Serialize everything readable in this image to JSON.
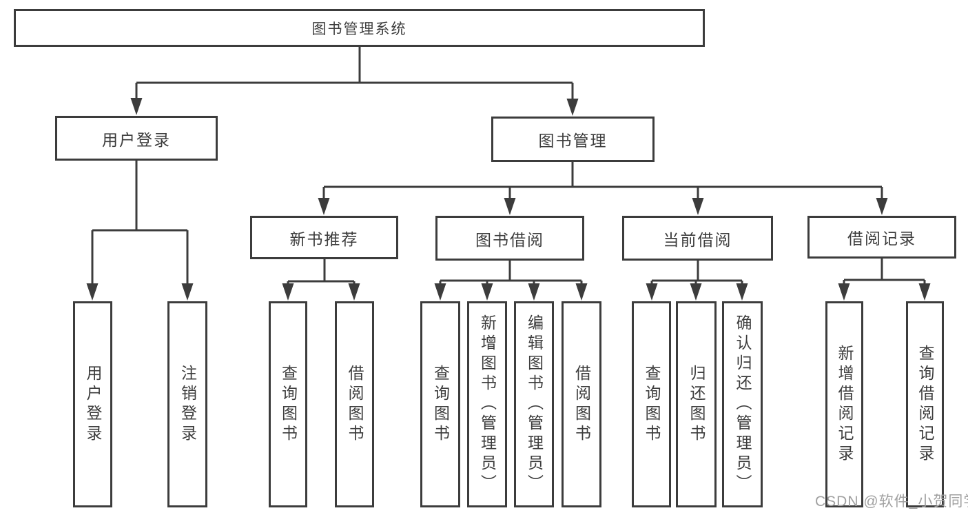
{
  "diagram_type": "hierarchy-diagram",
  "colors": {
    "line": "#3c3c3c",
    "text": "#3d3d3d",
    "watermark": "#a0a0a0",
    "background": "#ffffff"
  },
  "tree": {
    "root": {
      "label": "图书管理系统",
      "children": [
        {
          "label": "用户登录",
          "children": [
            {
              "label": "用户登录"
            },
            {
              "label": "注销登录"
            }
          ]
        },
        {
          "label": "图书管理",
          "children": [
            {
              "label": "新书推荐",
              "children": [
                {
                  "label": "查询图书"
                },
                {
                  "label": "借阅图书"
                }
              ]
            },
            {
              "label": "图书借阅",
              "children": [
                {
                  "label": "查询图书"
                },
                {
                  "label": "新增图书（管理员）"
                },
                {
                  "label": "编辑图书（管理员）"
                },
                {
                  "label": "借阅图书"
                }
              ]
            },
            {
              "label": "当前借阅",
              "children": [
                {
                  "label": "查询图书"
                },
                {
                  "label": "归还图书"
                },
                {
                  "label": "确认归还（管理员）"
                }
              ]
            },
            {
              "label": "借阅记录",
              "children": [
                {
                  "label": "新增借阅记录"
                },
                {
                  "label": "查询借阅记录"
                }
              ]
            }
          ]
        }
      ]
    }
  },
  "watermark": {
    "text": "CSDN @软件_小贺同学"
  }
}
